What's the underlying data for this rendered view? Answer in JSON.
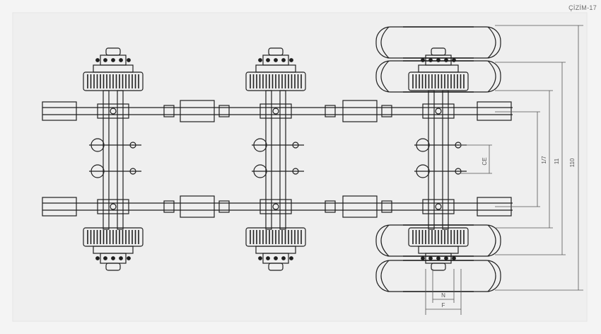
{
  "caption": "ÇİZİM-17",
  "dimensions": {
    "d1": "110",
    "d2": "11",
    "d3": "1/7",
    "d4": "CE",
    "d5": "N",
    "d6": "F"
  },
  "colors": {
    "line": "#1f1f1f",
    "dim": "#555555",
    "background": "#f4f4f4",
    "panel": "#eeeeee"
  }
}
